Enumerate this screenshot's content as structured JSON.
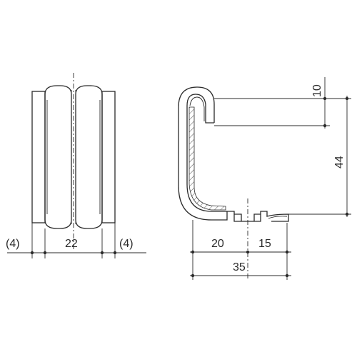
{
  "front_view": {
    "dims": {
      "left_flange": "(4)",
      "width": "22",
      "right_flange": "(4)"
    }
  },
  "side_view": {
    "dims": {
      "top_lip": "10",
      "height": "44",
      "bottom_left": "20",
      "bottom_right": "15",
      "total_width": "35"
    }
  },
  "colors": {
    "line": "#2a2a2a",
    "background": "#ffffff"
  }
}
